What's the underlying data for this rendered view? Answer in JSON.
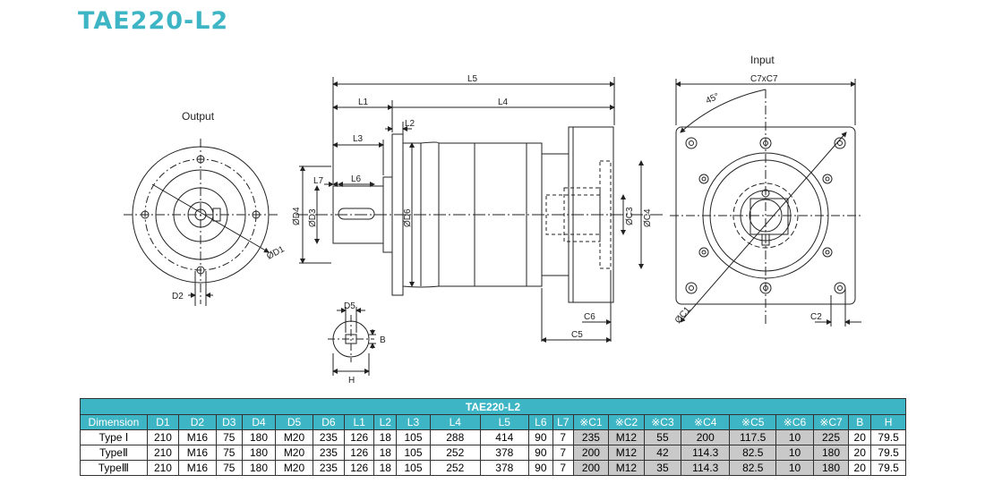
{
  "title": "TAE220-L2",
  "views": {
    "output_label": "Output",
    "input_label": "Input"
  },
  "dimension_labels": {
    "L5": "L5",
    "L1": "L1",
    "L4": "L4",
    "L2": "L2",
    "L3": "L3",
    "L7": "L7",
    "L6": "L6",
    "D4": "ØD4",
    "D3": "ØD3",
    "D6": "ØD6",
    "C3": "ØC3",
    "C4": "ØC4",
    "C6": "C6",
    "C5": "C5",
    "D5": "D5",
    "B": "B",
    "H": "H",
    "D2": "D2",
    "D1": "ØD1",
    "C7xC7": "C7xC7",
    "angle": "45°",
    "C1": "ØC1",
    "C2": "C2"
  },
  "table": {
    "caption": "TAE220-L2",
    "headers": [
      "Dimension",
      "D1",
      "D2",
      "D3",
      "D4",
      "D5",
      "D6",
      "L1",
      "L2",
      "L3",
      "L4",
      "L5",
      "L6",
      "L7",
      "※C1",
      "※C2",
      "※C3",
      "※C4",
      "※C5",
      "※C6",
      "※C7",
      "B",
      "H"
    ],
    "gray_columns": [
      14,
      15,
      16,
      17,
      18,
      19,
      20
    ],
    "rows": [
      [
        "Type Ⅰ",
        "210",
        "M16",
        "75",
        "180",
        "M20",
        "235",
        "126",
        "18",
        "105",
        "288",
        "414",
        "90",
        "7",
        "235",
        "M12",
        "55",
        "200",
        "117.5",
        "10",
        "225",
        "20",
        "79.5"
      ],
      [
        "TypeⅡ",
        "210",
        "M16",
        "75",
        "180",
        "M20",
        "235",
        "126",
        "18",
        "105",
        "252",
        "378",
        "90",
        "7",
        "200",
        "M12",
        "42",
        "114.3",
        "82.5",
        "10",
        "180",
        "20",
        "79.5"
      ],
      [
        "TypeⅢ",
        "210",
        "M16",
        "75",
        "180",
        "M20",
        "235",
        "126",
        "18",
        "105",
        "252",
        "378",
        "90",
        "7",
        "200",
        "M12",
        "35",
        "114.3",
        "82.5",
        "10",
        "180",
        "20",
        "79.5"
      ]
    ]
  },
  "colors": {
    "accent": "#3eb5c4",
    "gray_cell": "#c9c9c9",
    "line": "#222222"
  }
}
